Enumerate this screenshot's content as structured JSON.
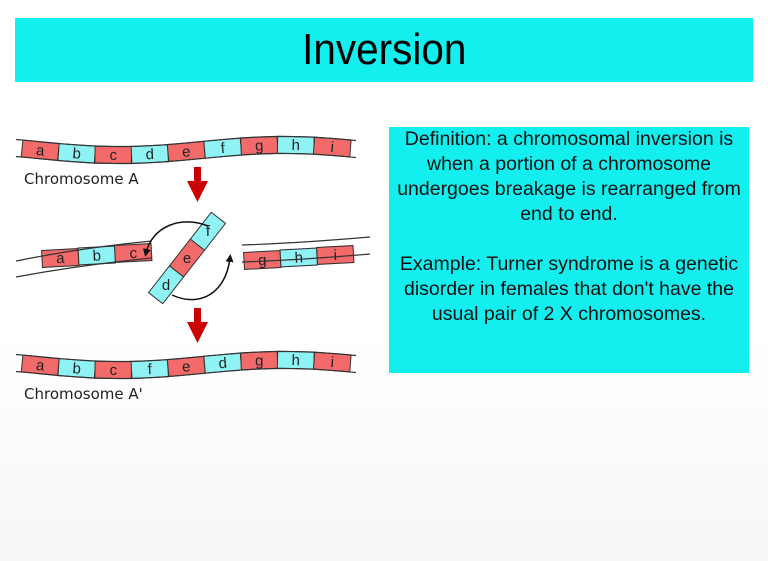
{
  "slide": {
    "title": "Inversion",
    "colors": {
      "accent": "#13eeee",
      "segment_red": "#f26a6a",
      "segment_cyan": "#8ff3f5",
      "arrow_red": "#cc0000"
    }
  },
  "diagram": {
    "chromosome_a": {
      "label": "Chromosome A",
      "segments": [
        "a",
        "b",
        "c",
        "d",
        "e",
        "f",
        "g",
        "h",
        "i"
      ]
    },
    "broken": {
      "left_segments": [
        "a",
        "b",
        "c"
      ],
      "inverted_segments": [
        "d",
        "e",
        "f"
      ],
      "right_segments": [
        "g",
        "h",
        "i"
      ]
    },
    "chromosome_a_prime": {
      "label": "Chromosome A'",
      "segments": [
        "a",
        "b",
        "c",
        "f",
        "e",
        "d",
        "g",
        "h",
        "i"
      ]
    }
  },
  "info": {
    "definition": "Definition: a chromosomal inversion is when a portion of a chromosome undergoes breakage is rearranged from end to end.",
    "example": "Example: Turner syndrome is a genetic disorder in females that don't have the usual pair of 2 X chromosomes."
  }
}
